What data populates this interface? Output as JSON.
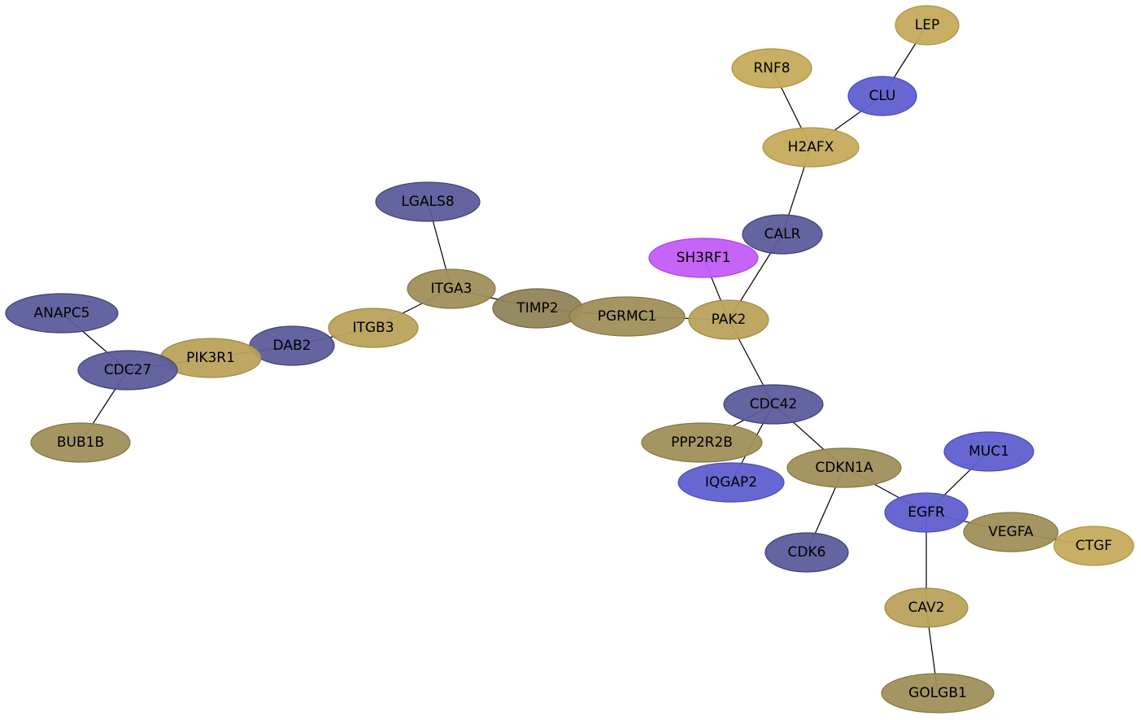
{
  "colors": {
    "blue": "#5f5fd0",
    "slate": "#5c5c9c",
    "tan": "#b9a25a",
    "gold": "#c5ab5c",
    "olive": "#a08f5a",
    "dark-olive": "#918358",
    "magenta": "#c25cf5"
  },
  "nodes": [
    {
      "id": "LEP",
      "label": "LEP",
      "color": "gold"
    },
    {
      "id": "RNF8",
      "label": "RNF8",
      "color": "gold"
    },
    {
      "id": "CLU",
      "label": "CLU",
      "color": "blue"
    },
    {
      "id": "H2AFX",
      "label": "H2AFX",
      "color": "gold"
    },
    {
      "id": "LGALS8",
      "label": "LGALS8",
      "color": "slate"
    },
    {
      "id": "CALR",
      "label": "CALR",
      "color": "slate"
    },
    {
      "id": "SH3RF1",
      "label": "SH3RF1",
      "color": "magenta"
    },
    {
      "id": "ITGA3",
      "label": "ITGA3",
      "color": "olive"
    },
    {
      "id": "TIMP2",
      "label": "TIMP2",
      "color": "dark-olive"
    },
    {
      "id": "PGRMC1",
      "label": "PGRMC1",
      "color": "olive"
    },
    {
      "id": "PAK2",
      "label": "PAK2",
      "color": "tan"
    },
    {
      "id": "ANAPC5",
      "label": "ANAPC5",
      "color": "slate"
    },
    {
      "id": "ITGB3",
      "label": "ITGB3",
      "color": "tan"
    },
    {
      "id": "DAB2",
      "label": "DAB2",
      "color": "slate"
    },
    {
      "id": "PIK3R1",
      "label": "PIK3R1",
      "color": "tan"
    },
    {
      "id": "CDC27",
      "label": "CDC27",
      "color": "slate"
    },
    {
      "id": "CDC42",
      "label": "CDC42",
      "color": "slate"
    },
    {
      "id": "BUB1B",
      "label": "BUB1B",
      "color": "olive"
    },
    {
      "id": "PPP2R2B",
      "label": "PPP2R2B",
      "color": "olive"
    },
    {
      "id": "MUC1",
      "label": "MUC1",
      "color": "blue"
    },
    {
      "id": "CDKN1A",
      "label": "CDKN1A",
      "color": "olive"
    },
    {
      "id": "IQGAP2",
      "label": "IQGAP2",
      "color": "blue"
    },
    {
      "id": "EGFR",
      "label": "EGFR",
      "color": "blue"
    },
    {
      "id": "VEGFA",
      "label": "VEGFA",
      "color": "olive"
    },
    {
      "id": "CTGF",
      "label": "CTGF",
      "color": "gold"
    },
    {
      "id": "CDK6",
      "label": "CDK6",
      "color": "slate"
    },
    {
      "id": "CAV2",
      "label": "CAV2",
      "color": "tan"
    },
    {
      "id": "GOLGB1",
      "label": "GOLGB1",
      "color": "olive"
    }
  ],
  "edges": [
    [
      "LEP",
      "CLU"
    ],
    [
      "CLU",
      "H2AFX"
    ],
    [
      "RNF8",
      "H2AFX"
    ],
    [
      "H2AFX",
      "CALR"
    ],
    [
      "CALR",
      "PAK2"
    ],
    [
      "SH3RF1",
      "PAK2"
    ],
    [
      "PGRMC1",
      "PAK2"
    ],
    [
      "TIMP2",
      "PGRMC1"
    ],
    [
      "ITGA3",
      "TIMP2"
    ],
    [
      "LGALS8",
      "ITGA3"
    ],
    [
      "ITGA3",
      "ITGB3"
    ],
    [
      "ITGB3",
      "DAB2"
    ],
    [
      "DAB2",
      "PIK3R1"
    ],
    [
      "PIK3R1",
      "CDC27"
    ],
    [
      "ANAPC5",
      "CDC27"
    ],
    [
      "CDC27",
      "BUB1B"
    ],
    [
      "PAK2",
      "CDC42"
    ],
    [
      "CDC42",
      "PPP2R2B"
    ],
    [
      "CDC42",
      "IQGAP2"
    ],
    [
      "CDC42",
      "CDKN1A"
    ],
    [
      "CDKN1A",
      "CDK6"
    ],
    [
      "CDKN1A",
      "EGFR"
    ],
    [
      "EGFR",
      "MUC1"
    ],
    [
      "EGFR",
      "VEGFA"
    ],
    [
      "VEGFA",
      "CTGF"
    ],
    [
      "EGFR",
      "CAV2"
    ],
    [
      "CAV2",
      "GOLGB1"
    ]
  ]
}
